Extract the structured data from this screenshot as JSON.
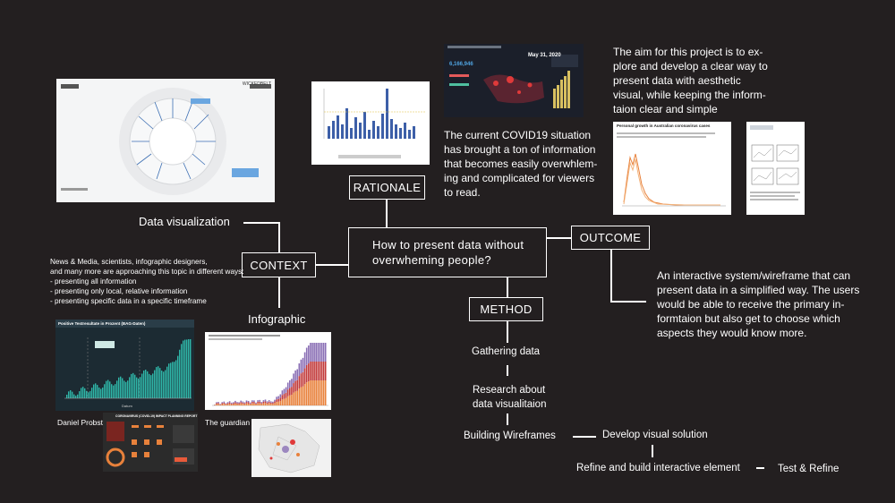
{
  "central_question": "How to present data without\noverwheming people?",
  "nodes": {
    "rationale": "RATIONALE",
    "context": "CONTEXT",
    "outcome": "OUTCOME",
    "method": "METHOD"
  },
  "labels": {
    "data_visualization": "Data visualization",
    "infographic": "Infographic"
  },
  "rationale_text": "The current COVID19 situation\nhas brought a ton of information\nthat becomes easily overwhlem-\ning and complicated for viewers\nto read.",
  "aim_text": "The aim for this project is to ex-\nplore and develop a clear way to\npresent data with aesthetic\nvisual, while keeping the inform-\ntaion clear and simple",
  "outcome_text": "An interactive system/wireframe that can\npresent data in a simplified way. The users\nwould be able to receive the primary in-\nformtaion but also get to choose which\naspects they would know more.",
  "context_text": "News & Media, scientists, infographic designers,\nand many more are approaching this topic in different ways:\n- presenting all information\n- presenting only local, relative information\n- presenting specific data in a specific timeframe",
  "method_steps": [
    "Gathering data",
    "Research about\ndata visualitaion",
    "Building Wireframes",
    "Develop visual solution",
    "Refine and build interactive element",
    "Test & Refine"
  ],
  "credits": {
    "daniel_probst": "Daniel Probst",
    "the_guardian": "The guardian"
  },
  "thumbnails": {
    "covid_dashboard_date": "May 31, 2020",
    "covid_dashboard_count": "6,166,946",
    "positive_test_title": "Positive Testresultate in Prozent (BAG-Daten)",
    "positive_test_xlabel": "Datum",
    "impact_report_title": "CORONAVIRUS (COVID-19) IMPACT PLANNING REPORT",
    "growth_title": "Personal growth in Australian coronavirus cases",
    "brand_logo": "WICKEDBELT"
  },
  "colors": {
    "background": "#231f20",
    "line": "#ffffff",
    "teal": "#2fb7a9",
    "orange": "#e8813b"
  }
}
